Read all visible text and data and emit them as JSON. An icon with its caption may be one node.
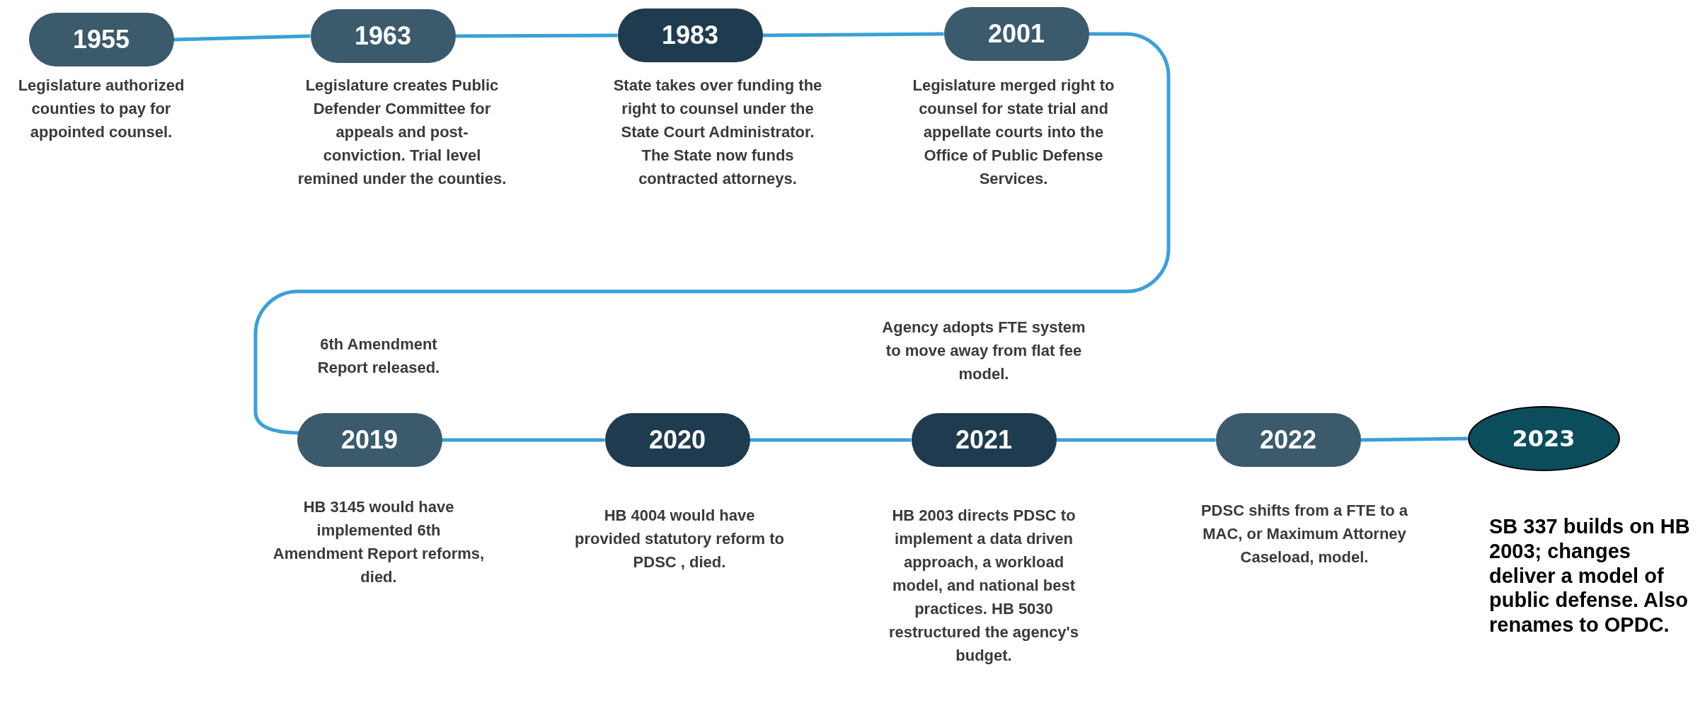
{
  "diagram": {
    "nodes": [
      {
        "text": [
          "1955"
        ],
        "beside": [
          "Legislature authorized counties to pay for appointed counsel."
        ]
      },
      {
        "text": [
          "1963"
        ],
        "beside": [
          "Legislature creates Public Defender Committee for appeals and post-conviction. Trial level remined under the counties."
        ]
      },
      {
        "text": [
          "1983"
        ],
        "beside": [
          "State takes over funding the right to counsel under the State Court Administrator. The State now funds contracted attorneys."
        ]
      },
      {
        "text": [
          "2001"
        ],
        "beside": [
          "Legislature merged right to counsel for state trial and appellate courts into the Office of Public Defense Services."
        ]
      },
      {
        "text": [
          "2019"
        ],
        "beside": [
          "6th Amendment Report released.",
          "HB 3145 would have implemented 6th Amendment Report reforms, died."
        ]
      },
      {
        "text": [
          "2020"
        ],
        "beside": [
          "HB 4004 would have provided statutory reform to PDSC , died."
        ]
      },
      {
        "text": [
          "2021"
        ],
        "beside": [
          "Agency adopts FTE system to move away from flat fee model.",
          "HB 2003 directs PDSC to implement a data driven approach, a workload model, and national best practices. HB 5030 restructured the agency's budget."
        ]
      },
      {
        "text": [
          "2022"
        ],
        "beside": [
          "PDSC shifts from a FTE to a MAC, or Maximum Attorney Caseload, model."
        ]
      },
      {
        "text": [
          "2023"
        ],
        "beside": [
          "SB 337 builds on HB 2003; changes deliver a model of public defense. Also renames to OPDC."
        ]
      }
    ],
    "edges": [
      {
        "from": 0,
        "to": 1,
        "arrow": "none"
      },
      {
        "from": 1,
        "to": 2,
        "arrow": "none"
      },
      {
        "from": 2,
        "to": 3,
        "arrow": "none"
      },
      {
        "from": 3,
        "to": 4,
        "arrow": "none"
      },
      {
        "from": 4,
        "to": 5,
        "arrow": "none"
      },
      {
        "from": 5,
        "to": 6,
        "arrow": "none"
      },
      {
        "from": 6,
        "to": 7,
        "arrow": "none"
      },
      {
        "from": 7,
        "to": 8,
        "arrow": "none"
      }
    ]
  }
}
